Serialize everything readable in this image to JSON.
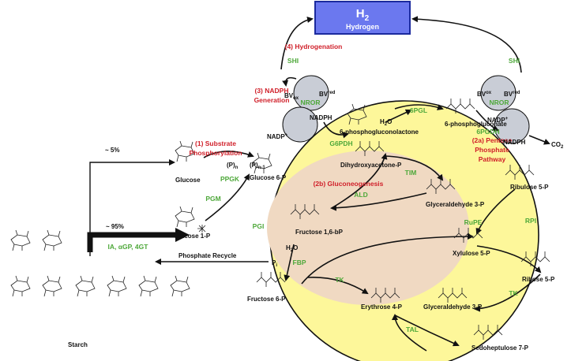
{
  "h2_box": {
    "title": "H",
    "title_sub": "2",
    "subtitle": "Hydrogen",
    "fill": "#6b78ef",
    "border": "#1b2a9e"
  },
  "steps": {
    "hydrogenation": "(4) Hydrogenation",
    "nadph_gen_1": "(3) NADPH",
    "nadph_gen_2": "Generation",
    "substrate_1": "(1) Substrate",
    "substrate_2": "Phosphorylation",
    "pentose_1": "(2a) Pentose",
    "pentose_2": "Phosphate",
    "pentose_3": "Pathway",
    "gluconeo": "(2b) Gluconeogenesis"
  },
  "enzymes": {
    "shi_left": "SHI",
    "shi_right": "SHI",
    "nror_left": "NROR",
    "nror_right": "NROR",
    "g6pdh": "G6PDH",
    "6pgl": "6PGL",
    "6pgdh": "6PGDH",
    "ppgk": "PPGK",
    "pgm": "PGM",
    "pgi": "PGI",
    "fbp": "FBP",
    "ald": "ALD",
    "tim": "TIM",
    "tk_mid": "TK",
    "tk_right": "TK",
    "rupe": "RuPE",
    "rpi": "RPI",
    "tal": "TAL",
    "ia": "IA, αGP, 4GT"
  },
  "cofactors": {
    "bv_ox_left": "BV",
    "bv_ox_left_sub": "ox",
    "bv_red_left": "BV",
    "bv_red_left_sup": "red",
    "bv_ox_right": "BV",
    "bv_ox_right_sup": "ox",
    "bv_red_right": "BV",
    "bv_red_right_sup": "red",
    "nadph_left": "NADPH",
    "nadp_left": "NADP",
    "nadp_left_sup": "+",
    "nadp_right": "NADP",
    "nadp_right_sup": "+",
    "nadph_right": "NADPH",
    "co2": "CO",
    "co2_sub": "2",
    "h2o_top": "H",
    "h2o_top_sub": "2",
    "h2o_top_end": "O",
    "h2o_fbp": "H",
    "h2o_fbp_sub": "2",
    "h2o_fbp_end": "O",
    "pi": "P",
    "pi_sub": "i",
    "pn": "(P)",
    "pn_sub": "n",
    "pn1": "(P)",
    "pn1_sub": "n-1"
  },
  "metabolites": {
    "g6p_lactone": "6-phosphogluconolactone",
    "6pg": "6-phosphogluconate",
    "dhap": "Dihydroxyacetone-P",
    "g6p": "Glucose 6-P",
    "glucose": "Glucose",
    "g1p": "Glucose 1-P",
    "ga3p_top": "Glyceraldehyde 3-P",
    "fbp": "Fructose 1,6-bP",
    "ru5p": "Ribulose 5-P",
    "xu5p": "Xylulose 5-P",
    "r5p": "Ribose 5-P",
    "f6p": "Fructose 6-P",
    "e4p": "Erythrose 4-P",
    "ga3p_bottom": "Glyceraldehyde 3-P",
    "s7p": "Sedoheptulose 7-P",
    "starch": "Starch"
  },
  "flux": {
    "pct5": "~ 5%",
    "pct95": "~ 95%",
    "recycle": "Phosphate Recycle"
  },
  "colors": {
    "cycle_fill": "#fdf79a",
    "inner_fill": "#f0d9c2",
    "green": "#4ea83a",
    "red": "#d0202a",
    "bv_circle": "#c9cdd6"
  }
}
